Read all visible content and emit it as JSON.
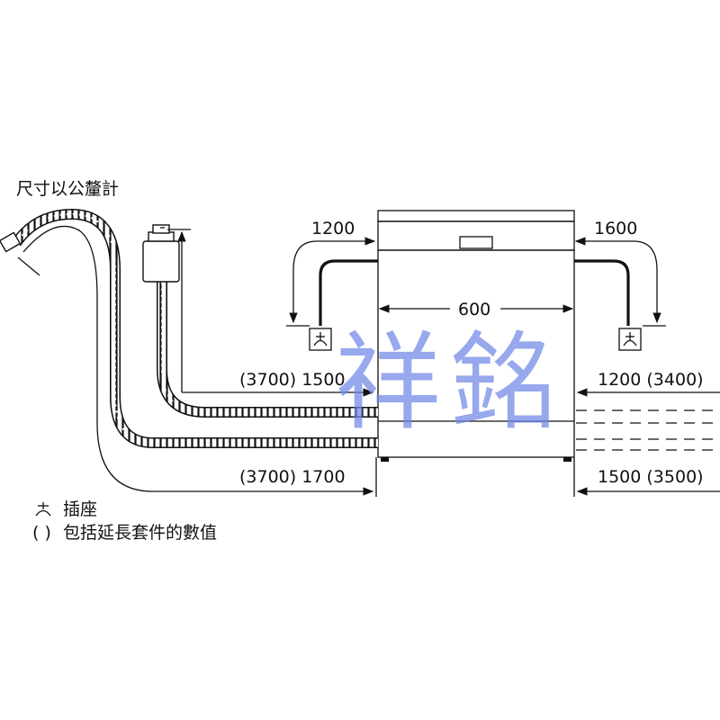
{
  "note_units": "尺寸以公釐計",
  "legend": {
    "socket_text": "插座",
    "parentheses_symbol": "( )",
    "parentheses_text": "包括延長套件的數值"
  },
  "dimensions": {
    "left_power_cable": "1200",
    "right_power_cable": "1600",
    "width": "600",
    "left_drain_hose": "(3700) 1500",
    "right_drain_hose": "1200 (3400)",
    "left_inlet_hose": "(3700) 1700",
    "right_inlet_hose": "1500 (3500)"
  },
  "watermark": "祥銘",
  "colors": {
    "line": "#111111",
    "watermark": "#6f86e6",
    "background": "#ffffff"
  },
  "icons": [
    "socket-icon",
    "dimension-arrow-icon"
  ]
}
